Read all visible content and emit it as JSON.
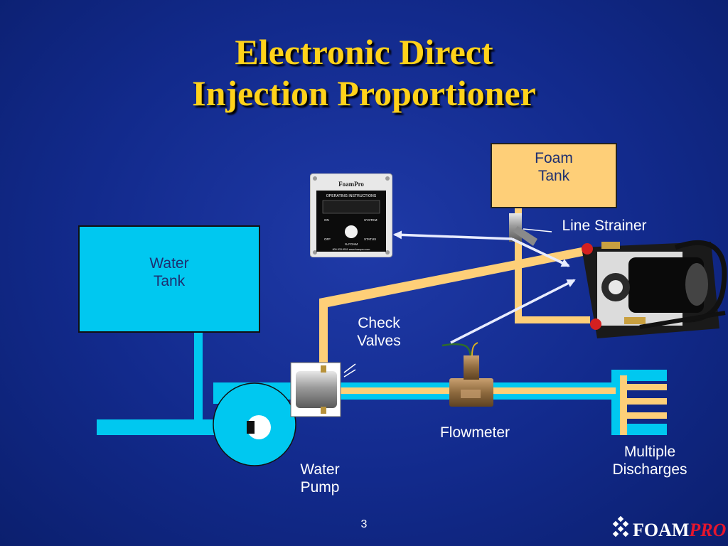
{
  "title": {
    "line1": "Electronic Direct",
    "line2": "Injection Proportioner"
  },
  "foam_tank": {
    "line1": "Foam",
    "line2": "Tank"
  },
  "water_tank": {
    "line1": "Water",
    "line2": "Tank"
  },
  "line_strainer": "Line Strainer",
  "check_valves": {
    "line1": "Check",
    "line2": "Valves"
  },
  "flowmeter": "Flowmeter",
  "water_pump": {
    "line1": "Water",
    "line2": "Pump"
  },
  "multiple_discharges": {
    "line1": "Multiple",
    "line2": "Discharges"
  },
  "page_number": "3",
  "control_panel": {
    "brand": "FoamPro",
    "heading": "OPERATING INSTRUCTIONS",
    "switch_on": "ON",
    "switch_off": "OFF",
    "system": "SYSTEM",
    "status": "STATUS",
    "dial_label": "% FOAM",
    "footer": "800-533-9511  www.foampro.com"
  },
  "logo": {
    "foam": "FOAM",
    "pro": "PRO"
  },
  "colors": {
    "background": "#122a8c",
    "title": "#ffd21a",
    "water_line": "#00c8f0",
    "foam_line": "#fecf78",
    "arrow": "#e8ecff"
  }
}
